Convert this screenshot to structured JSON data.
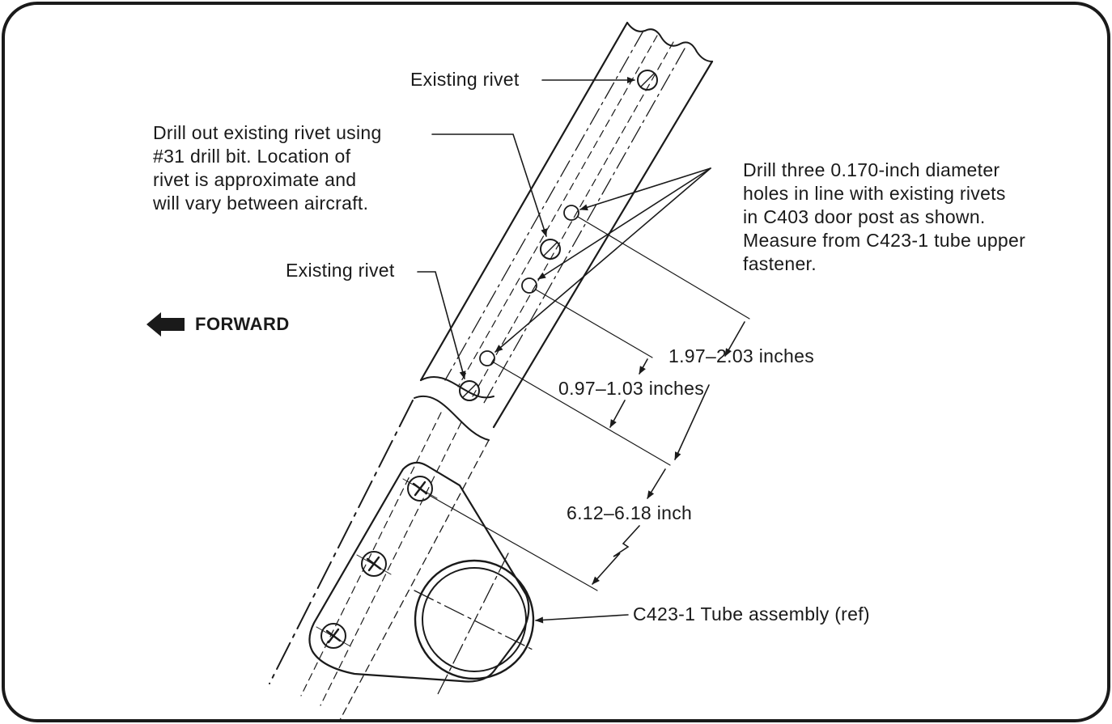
{
  "labels": {
    "existing_rivet_top": "Existing rivet",
    "existing_rivet_lower": "Existing rivet",
    "drill_out_note": [
      "Drill out existing rivet using",
      "#31 drill bit.  Location of",
      "rivet is approximate and",
      "will vary between aircraft."
    ],
    "drill_three_note": [
      "Drill three 0.170-inch diameter",
      "holes in line with existing rivets",
      "in C403 door post as shown.",
      "Measure from C423-1 tube upper",
      "fastener."
    ],
    "forward": "FORWARD",
    "dim_outer": "1.97–2.03 inches",
    "dim_inner": "0.97–1.03 inches",
    "dim_lower": "6.12–6.18 inch",
    "tube_assembly": "C423-1 Tube assembly (ref)"
  },
  "icons": {
    "forward_arrow": "arrow-left-icon"
  }
}
